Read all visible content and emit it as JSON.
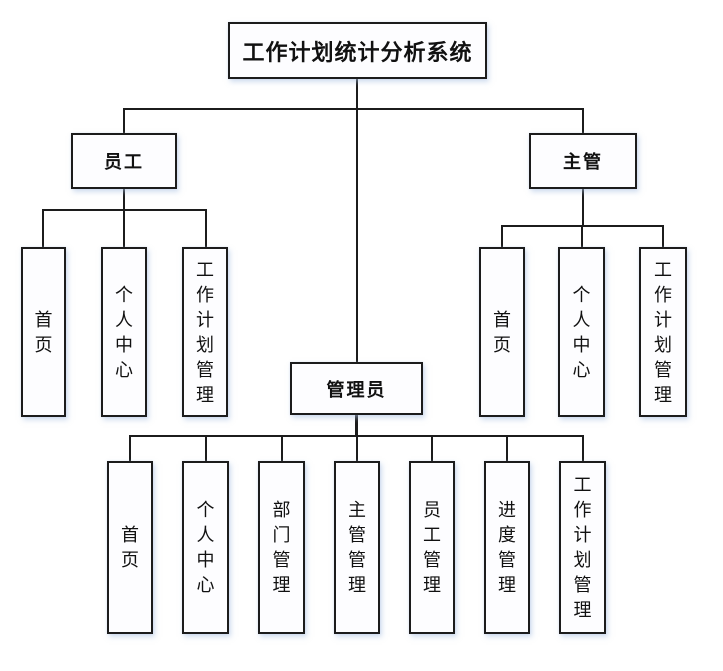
{
  "diagram": {
    "title": "工作计划统计分析系统",
    "employee": {
      "label": "员工",
      "children": [
        {
          "label": "首页"
        },
        {
          "label": "个人中心"
        },
        {
          "label": "工作计划管理"
        }
      ]
    },
    "supervisor": {
      "label": "主管",
      "children": [
        {
          "label": "首页"
        },
        {
          "label": "个人中心"
        },
        {
          "label": "工作计划管理"
        }
      ]
    },
    "admin": {
      "label": "管理员",
      "children": [
        {
          "label": "首页"
        },
        {
          "label": "个人中心"
        },
        {
          "label": "部门管理"
        },
        {
          "label": "主管管理"
        },
        {
          "label": "员工管理"
        },
        {
          "label": "进度管理"
        },
        {
          "label": "工作计划管理"
        }
      ]
    },
    "colors": {
      "line": "#1c1c1c",
      "box_fill": "#ffffff",
      "background": "#ffffff"
    }
  }
}
